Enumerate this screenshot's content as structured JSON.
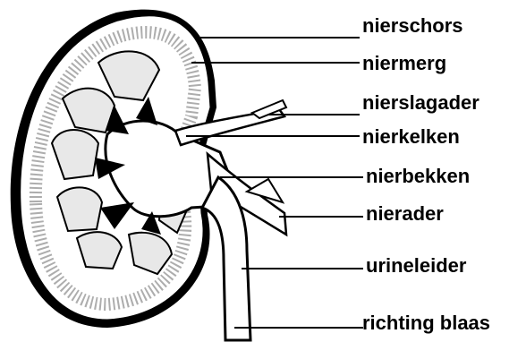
{
  "colors": {
    "ink": "#000000",
    "paper": "#ffffff",
    "cortex_shade": "#6a6a6a",
    "pyramid_fill": "#e8e8e8"
  },
  "labels": {
    "nierschors": "nierschors",
    "niermerg": "niermerg",
    "nierslagader": "nierslagader",
    "nierkelken": "nierkelken",
    "nierbekken": "nierbekken",
    "nierader": "nierader",
    "urineleider": "urineleider",
    "richting_blaas": "richting blaas"
  }
}
